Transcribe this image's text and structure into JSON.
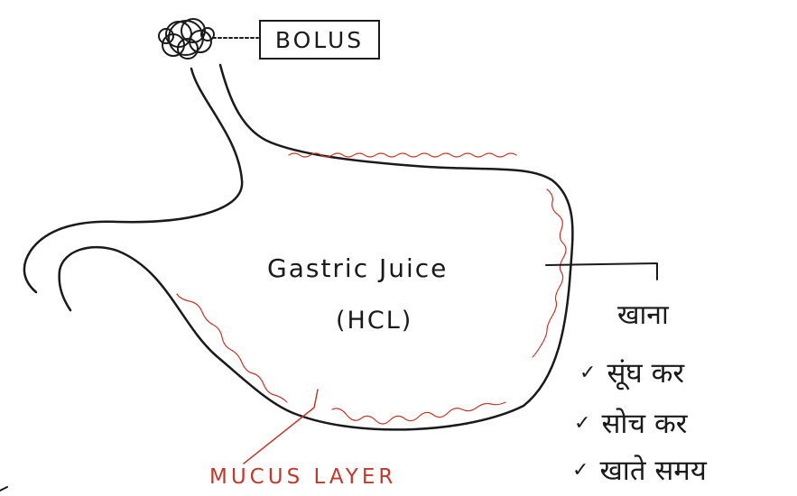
{
  "bolus_label": "BOLUS",
  "gastric_juice_label": "Gastric Juice",
  "hcl_label": "(HCL)",
  "mucus_layer_label": "MUCUS LAYER",
  "food_heading": "खाना",
  "food_steps": [
    {
      "mark": "✓",
      "text": "सूंघ कर"
    },
    {
      "mark": "✓",
      "text": "सोच कर"
    },
    {
      "mark": "✓",
      "text": "खाते समय"
    }
  ],
  "colors": {
    "ink": "#1a1a1a",
    "mucus": "#c0392b"
  }
}
